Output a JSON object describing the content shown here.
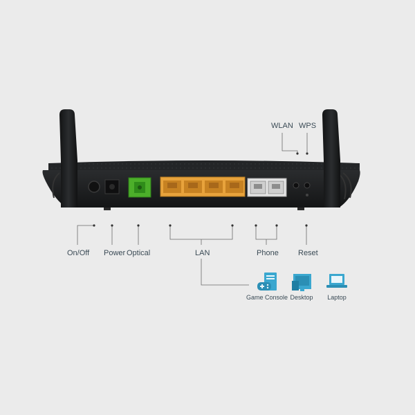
{
  "labels": {
    "wlan": "WLAN",
    "wps": "WPS",
    "on_off": "On/Off",
    "power": "Power",
    "optical": "Optical",
    "lan": "LAN",
    "phone": "Phone",
    "reset": "Reset"
  },
  "devices": [
    {
      "label": "Game Console",
      "icon": "game-console-icon"
    },
    {
      "label": "Desktop",
      "icon": "desktop-icon"
    },
    {
      "label": "Laptop",
      "icon": "laptop-icon"
    }
  ],
  "colors": {
    "background": "#ebebeb",
    "router_body": "#1c1e20",
    "lan_ports": "#e8a33c",
    "optical_port": "#4caf2a",
    "phone_ports": "#e6e6e6",
    "accent": "#3aa7cf",
    "line": "#6b6b6b",
    "text": "#3a4a55"
  }
}
